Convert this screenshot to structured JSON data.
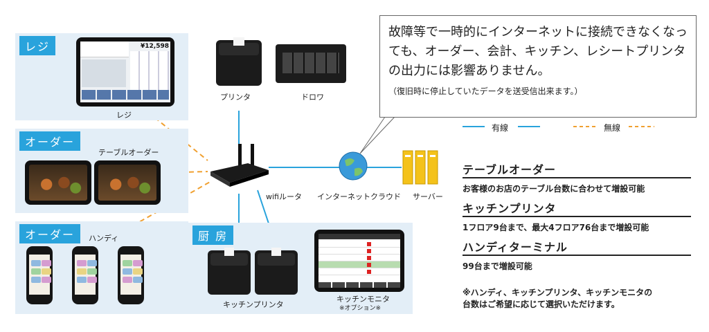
{
  "sections": {
    "register": "レジ",
    "order_table": "オーダー",
    "order_handy": "オーダー",
    "kitchen": "厨 房"
  },
  "labels": {
    "register": "レジ",
    "printer": "プリンタ",
    "drawer": "ドロワ",
    "table_order": "テーブルオーダー",
    "handy": "ハンディ",
    "router": "wifiルータ",
    "cloud": "インターネットクラウド",
    "server": "サーバー",
    "kitchen_printer": "キッチンプリンタ",
    "kitchen_monitor": "キッチンモニタ",
    "kitchen_monitor_note": "※オプション※",
    "pos_total": "¥12,598"
  },
  "callout": {
    "main": "故障等で一時的にインターネットに接続できなくなっても、オーダー、会計、キッチン、レシートプリンタの出力には影響ありません。",
    "sub": "（復旧時に停止していたデータを送受信出来ます。）"
  },
  "legend": {
    "wired": "有線",
    "wireless": "無線",
    "wired_color": "#29a3dc",
    "wireless_color": "#f0a030"
  },
  "features": [
    {
      "title": "テーブルオーダー",
      "text": "お客様のお店のテーブル台数に合わせて増設可能"
    },
    {
      "title": "キッチンプリンタ",
      "text": "1フロア9台まで、最大4フロア76台まで増設可能"
    },
    {
      "title": "ハンディターミナル",
      "text": "99台まで増設可能"
    }
  ],
  "note": {
    "line1": "※ハンディ、キッチンプリンタ、キッチンモニタの",
    "line2": "台数はご希望に応じて選択いただけます。"
  },
  "colors": {
    "panel": "#e3eef7",
    "title": "#29a3dc"
  }
}
